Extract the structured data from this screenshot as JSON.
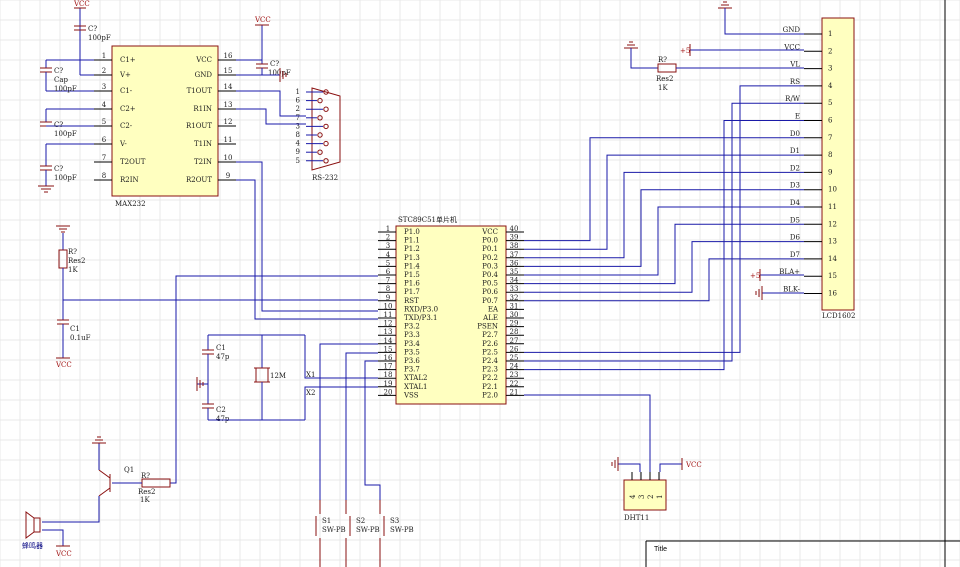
{
  "max232": {
    "designator": "MAX232",
    "left_pins": [
      {
        "num": "1",
        "name": "C1+"
      },
      {
        "num": "2",
        "name": "V+"
      },
      {
        "num": "3",
        "name": "C1-"
      },
      {
        "num": "4",
        "name": "C2+"
      },
      {
        "num": "5",
        "name": "C2-"
      },
      {
        "num": "6",
        "name": "V-"
      },
      {
        "num": "7",
        "name": "T2OUT"
      },
      {
        "num": "8",
        "name": "R2IN"
      }
    ],
    "right_pins": [
      {
        "num": "16",
        "name": "VCC"
      },
      {
        "num": "15",
        "name": "GND"
      },
      {
        "num": "14",
        "name": "T1OUT"
      },
      {
        "num": "13",
        "name": "R1IN"
      },
      {
        "num": "12",
        "name": "R1OUT"
      },
      {
        "num": "11",
        "name": "T1IN"
      },
      {
        "num": "10",
        "name": "T2IN"
      },
      {
        "num": "9",
        "name": "R2OUT"
      }
    ]
  },
  "mcu": {
    "designator": "STC89C51单片机",
    "left_pins": [
      {
        "num": "1",
        "name": "P1.0"
      },
      {
        "num": "2",
        "name": "P1.1"
      },
      {
        "num": "3",
        "name": "P1.2"
      },
      {
        "num": "4",
        "name": "P1.3"
      },
      {
        "num": "5",
        "name": "P1.4"
      },
      {
        "num": "6",
        "name": "P1.5"
      },
      {
        "num": "7",
        "name": "P1.6"
      },
      {
        "num": "8",
        "name": "P1.7"
      },
      {
        "num": "9",
        "name": "RST"
      },
      {
        "num": "10",
        "name": "RXD/P3.0"
      },
      {
        "num": "11",
        "name": "TXD/P3.1"
      },
      {
        "num": "12",
        "name": "P3.2"
      },
      {
        "num": "13",
        "name": "P3.3"
      },
      {
        "num": "14",
        "name": "P3.4"
      },
      {
        "num": "15",
        "name": "P3.5"
      },
      {
        "num": "16",
        "name": "P3.6"
      },
      {
        "num": "17",
        "name": "P3.7"
      },
      {
        "num": "18",
        "name": "XTAL2"
      },
      {
        "num": "19",
        "name": "XTAL1"
      },
      {
        "num": "20",
        "name": "VSS"
      }
    ],
    "right_pins": [
      {
        "num": "40",
        "name": "VCC"
      },
      {
        "num": "39",
        "name": "P0.0"
      },
      {
        "num": "38",
        "name": "P0.1"
      },
      {
        "num": "37",
        "name": "P0.2"
      },
      {
        "num": "36",
        "name": "P0.3"
      },
      {
        "num": "35",
        "name": "P0.4"
      },
      {
        "num": "34",
        "name": "P0.5"
      },
      {
        "num": "33",
        "name": "P0.6"
      },
      {
        "num": "32",
        "name": "P0.7"
      },
      {
        "num": "31",
        "name": "EA"
      },
      {
        "num": "30",
        "name": "ALE"
      },
      {
        "num": "29",
        "name": "PSEN"
      },
      {
        "num": "28",
        "name": "P2.7"
      },
      {
        "num": "27",
        "name": "P2.6"
      },
      {
        "num": "26",
        "name": "P2.5"
      },
      {
        "num": "25",
        "name": "P2.4"
      },
      {
        "num": "24",
        "name": "P2.3"
      },
      {
        "num": "23",
        "name": "P2.2"
      },
      {
        "num": "22",
        "name": "P2.1"
      },
      {
        "num": "21",
        "name": "P2.0"
      }
    ]
  },
  "lcd": {
    "designator": "LCD1602",
    "pins": [
      {
        "num": "1",
        "name": "GND"
      },
      {
        "num": "2",
        "name": "VCC"
      },
      {
        "num": "3",
        "name": "VL"
      },
      {
        "num": "4",
        "name": "RS"
      },
      {
        "num": "5",
        "name": "R/W"
      },
      {
        "num": "6",
        "name": "E"
      },
      {
        "num": "7",
        "name": "D0"
      },
      {
        "num": "8",
        "name": "D1"
      },
      {
        "num": "9",
        "name": "D2"
      },
      {
        "num": "10",
        "name": "D3"
      },
      {
        "num": "11",
        "name": "D4"
      },
      {
        "num": "12",
        "name": "D5"
      },
      {
        "num": "13",
        "name": "D6"
      },
      {
        "num": "14",
        "name": "D7"
      },
      {
        "num": "15",
        "name": "BLA+"
      },
      {
        "num": "16",
        "name": "BLK-"
      }
    ]
  },
  "rs232": {
    "designator": "RS-232",
    "pins": [
      "1",
      "6",
      "2",
      "7",
      "3",
      "8",
      "4",
      "9",
      "5"
    ]
  },
  "dht11": {
    "designator": "DHT11",
    "pins": [
      "4",
      "3",
      "2",
      "1"
    ]
  },
  "labels": {
    "vcc": "VCC",
    "plus5": "+5",
    "c3_name": "C?",
    "c3_val": "100pF",
    "c_cap_name": "C?",
    "c_cap_type": "Cap",
    "c_cap_val": "100pF",
    "c5_name": "C?",
    "c5_val": "100pF",
    "c6_name": "C?",
    "c6_val": "100pF",
    "c16_name": "C?",
    "c16_val": "100pF",
    "r_rst_name": "R?",
    "r_rst_type": "Res2",
    "r_rst_val": "1K",
    "c_rst_name": "C1",
    "c_rst_val": "0.1uF",
    "c_x1_name": "C1",
    "c_x1_val": "47p",
    "c_x2_name": "C2",
    "c_x2_val": "47p",
    "crystal": "12M",
    "x1": "X1",
    "x2": "X2",
    "r_lcd_name": "R?",
    "r_lcd_type": "Res2",
    "r_lcd_val": "1K",
    "q1": "Q1",
    "r_q_name": "R?",
    "r_q_type": "Res2",
    "r_q_val": "1K",
    "buzzer": "蜂鸣器",
    "s1": "S1",
    "s2": "S2",
    "s3": "S3",
    "sw": "SW-PB",
    "title": "Title"
  },
  "colors": {
    "wire": "#1a1aa8",
    "component": "#8a1010",
    "chip_fill": "#ffffc0"
  }
}
